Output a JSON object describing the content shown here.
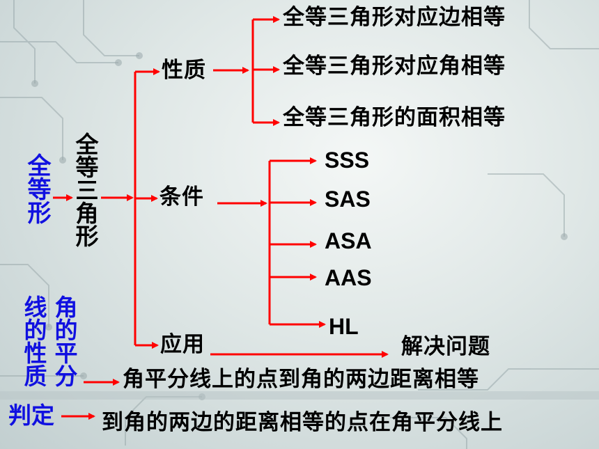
{
  "root": "全等形",
  "sub": "全等三角形",
  "branches": {
    "property": "性质",
    "condition": "条件",
    "application": "应用"
  },
  "properties": [
    "全等三角形对应边相等",
    "全等三角形对应角相等",
    "全等三角形的面积相等"
  ],
  "conditions": [
    "SSS",
    "SAS",
    "ASA",
    "AAS",
    "HL"
  ],
  "application_result": "解决问题",
  "bisector": {
    "col_right": "角的平分",
    "col_left": "线的性质",
    "property_text": "角平分线上的点到角的两边距离相等",
    "judge_label": "判定",
    "judge_text": "到角的两边的距离相等的点在角平分线上"
  },
  "colors": {
    "arrow": "#ff0000",
    "blue_text": "#1010e0",
    "text": "#000000"
  }
}
